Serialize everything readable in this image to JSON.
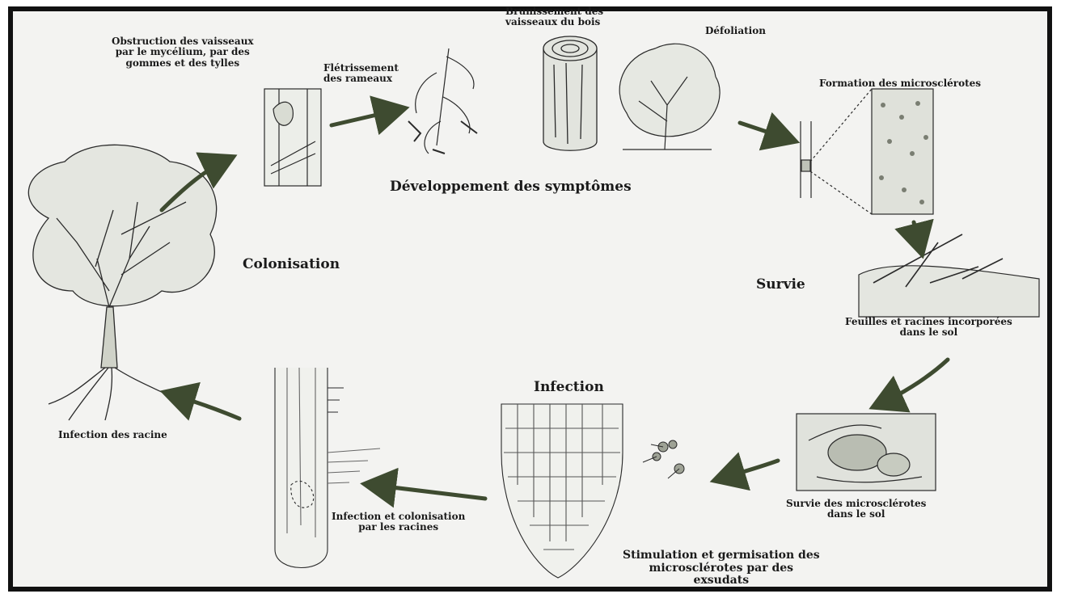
{
  "stages": {
    "symptom_development": "Développement des symptômes",
    "colonisation": "Colonisation",
    "survival": "Survie",
    "infection": "Infection"
  },
  "labels": {
    "vessel_obstruction": [
      "Obstruction des vaisseaux",
      "par le mycélium, par des",
      "gommes et des tylles"
    ],
    "branch_wilting": [
      "Flétrissement",
      "des rameaux"
    ],
    "wood_browning": [
      "Brunissement des",
      "vaisseaux du bois"
    ],
    "defoliation": "Défoliation",
    "microsclerotia_formation": "Formation des microsclérotes",
    "leaves_roots_soil": [
      "Feuilles et racines incorporées",
      "dans le sol"
    ],
    "microsclerotia_survival": [
      "Survie des microsclérotes",
      "dans le sol"
    ],
    "stimulation_germination": [
      "Stimulation et germisation des",
      "microsclérotes par des",
      "exsudats"
    ],
    "infection_colonisation_roots": [
      "Infection et colonisation",
      "par les racines"
    ],
    "root_infection": "Infection des racine"
  },
  "colors": {
    "arrow": "#3e4b30",
    "ink": "#2a2a2a",
    "background": "#f3f3f1",
    "frame": "#111111"
  }
}
